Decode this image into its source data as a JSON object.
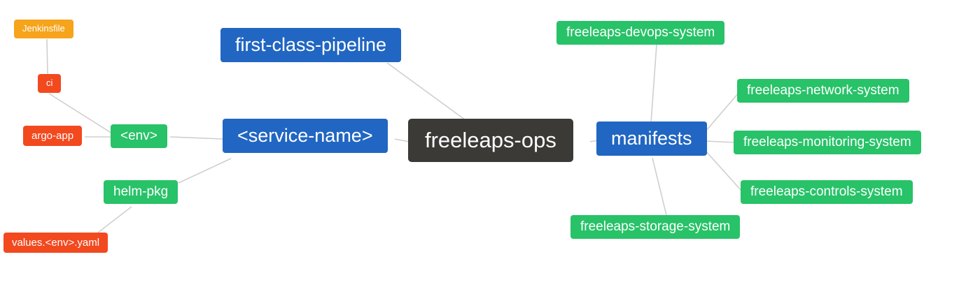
{
  "diagram": {
    "type": "mindmap",
    "center_node": "freeleaps-ops",
    "colors": {
      "blue": "#2166c2",
      "green": "#28c268",
      "red": "#f2491f",
      "orange": "#f5a41c",
      "dark": "#3b3a37",
      "edge": "#cfcfcf",
      "text": "#ffffff",
      "background": "#ffffff"
    },
    "nodes": [
      {
        "id": "jenkinsfile",
        "label": "Jenkinsfile",
        "color": "orange"
      },
      {
        "id": "ci",
        "label": "ci",
        "color": "red"
      },
      {
        "id": "argo-app",
        "label": "argo-app",
        "color": "red"
      },
      {
        "id": "env",
        "label": "<env>",
        "color": "green"
      },
      {
        "id": "helm-pkg",
        "label": "helm-pkg",
        "color": "green"
      },
      {
        "id": "values-env-yaml",
        "label": "values.<env>.yaml",
        "color": "red"
      },
      {
        "id": "service-name",
        "label": "<service-name>",
        "color": "blue"
      },
      {
        "id": "first-class-pipeline",
        "label": "first-class-pipeline",
        "color": "blue"
      },
      {
        "id": "freeleaps-ops",
        "label": "freeleaps-ops",
        "color": "dark"
      },
      {
        "id": "manifests",
        "label": "manifests",
        "color": "blue"
      },
      {
        "id": "devops-system",
        "label": "freeleaps-devops-system",
        "color": "green"
      },
      {
        "id": "network-system",
        "label": "freeleaps-network-system",
        "color": "green"
      },
      {
        "id": "monitoring-system",
        "label": "freeleaps-monitoring-system",
        "color": "green"
      },
      {
        "id": "controls-system",
        "label": "freeleaps-controls-system",
        "color": "green"
      },
      {
        "id": "storage-system",
        "label": "freeleaps-storage-system",
        "color": "green"
      }
    ],
    "edges": [
      [
        "jenkinsfile",
        "ci"
      ],
      [
        "ci",
        "env"
      ],
      [
        "argo-app",
        "env"
      ],
      [
        "env",
        "service-name"
      ],
      [
        "helm-pkg",
        "service-name"
      ],
      [
        "values-env-yaml",
        "helm-pkg"
      ],
      [
        "first-class-pipeline",
        "freeleaps-ops"
      ],
      [
        "service-name",
        "freeleaps-ops"
      ],
      [
        "freeleaps-ops",
        "manifests"
      ],
      [
        "manifests",
        "devops-system"
      ],
      [
        "manifests",
        "network-system"
      ],
      [
        "manifests",
        "monitoring-system"
      ],
      [
        "manifests",
        "controls-system"
      ],
      [
        "manifests",
        "storage-system"
      ]
    ]
  }
}
